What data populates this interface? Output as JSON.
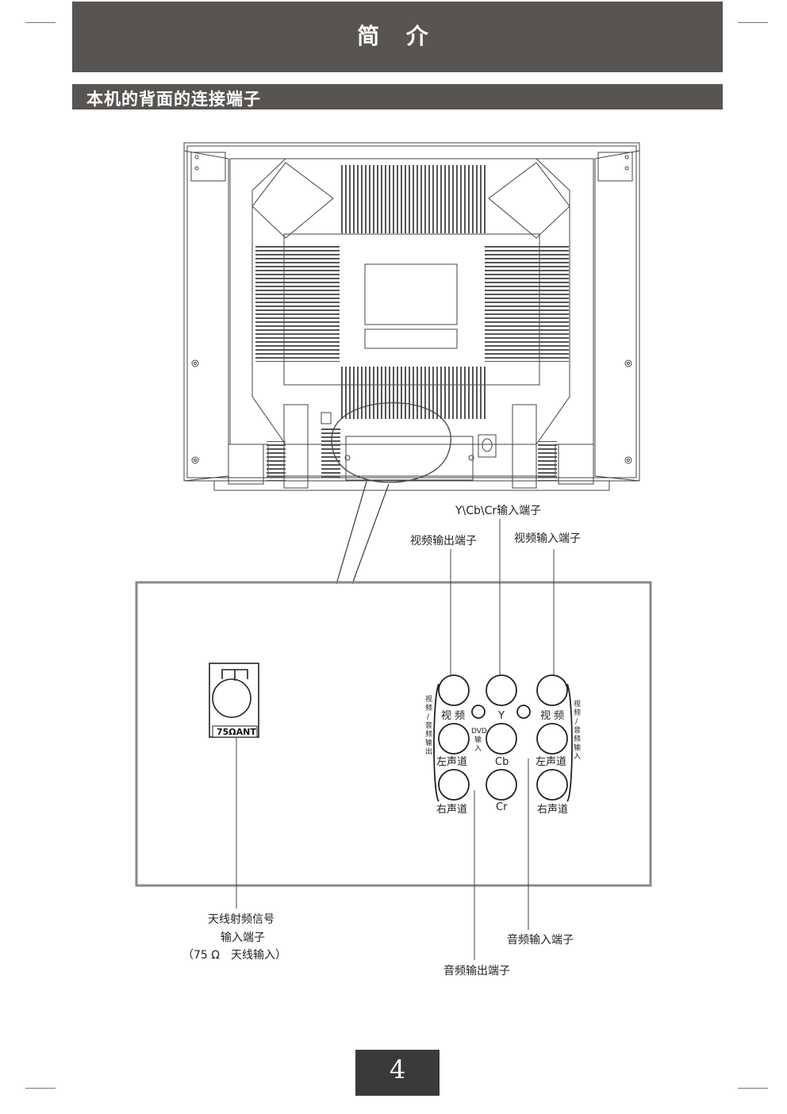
{
  "header": {
    "title": "简 介"
  },
  "section": {
    "title": "本机的背面的连接端子"
  },
  "callouts": {
    "ycbcr": "Y\\Cb\\Cr输入端子",
    "video_out": "视频输出端子",
    "video_in": "视频输入端子",
    "antenna_line1": "天线射频信号",
    "antenna_line2": "输入端子",
    "antenna_line3": "（75 Ω　天线输入）",
    "audio_in": "音频输入端子",
    "audio_out": "音频输出端子"
  },
  "panel": {
    "ant_label": "75ΩANT",
    "left_col": {
      "video": "视 频",
      "left": "左声道",
      "right": "右声道"
    },
    "mid_col": {
      "y": "Y",
      "cb": "Cb",
      "cr": "Cr"
    },
    "right_col": {
      "video": "视 频",
      "left": "左声道",
      "right": "右声道"
    },
    "side_left": [
      "视",
      "频",
      "/",
      "音",
      "频",
      "输",
      "出"
    ],
    "side_right": [
      "视",
      "频",
      "/",
      "音",
      "频",
      "输",
      "入"
    ],
    "dvd": [
      "DVD",
      "输",
      "入"
    ]
  },
  "page_number": "4"
}
